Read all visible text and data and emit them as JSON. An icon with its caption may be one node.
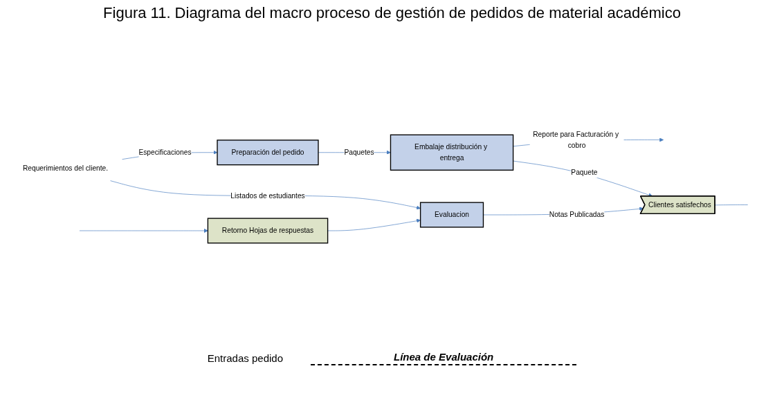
{
  "diagram": {
    "title": "Figura 11. Diagrama del macro proceso de gestión de pedidos de material académico",
    "nodes": [
      {
        "text": [
          "Requerimientos del cliente."
        ]
      },
      {
        "text": [
          "Preparación del pedido"
        ]
      },
      {
        "text": [
          "Embalaje distribución y entrega"
        ]
      },
      {
        "text": [
          "Evaluacion"
        ]
      },
      {
        "text": [
          "Clientes satisfechos"
        ]
      },
      {
        "text": [
          "Retorno Hojas de respuestas"
        ]
      }
    ],
    "edges": [
      {
        "from": 0,
        "to": 1,
        "arrow": "to",
        "label": "Especificaciones"
      },
      {
        "from": 0,
        "to": 3,
        "arrow": "to",
        "label": "Listados de estudiantes"
      },
      {
        "from": 1,
        "to": 2,
        "arrow": "to",
        "label": "Paquetes"
      },
      {
        "from": 2,
        "to": null,
        "arrow": "to",
        "label": "Reporte para Facturación y cobro"
      },
      {
        "from": 2,
        "to": 4,
        "arrow": "to",
        "label": "Paquete"
      },
      {
        "from": 3,
        "to": 4,
        "arrow": "to",
        "label": "Notas Publicadas"
      },
      {
        "from": null,
        "to": 5,
        "arrow": "to"
      },
      {
        "from": 5,
        "to": 3,
        "arrow": "to"
      },
      {
        "from": 4,
        "to": null,
        "arrow": "none"
      }
    ],
    "labels": [
      "Entradas pedido",
      "Línea de Evaluación"
    ]
  }
}
